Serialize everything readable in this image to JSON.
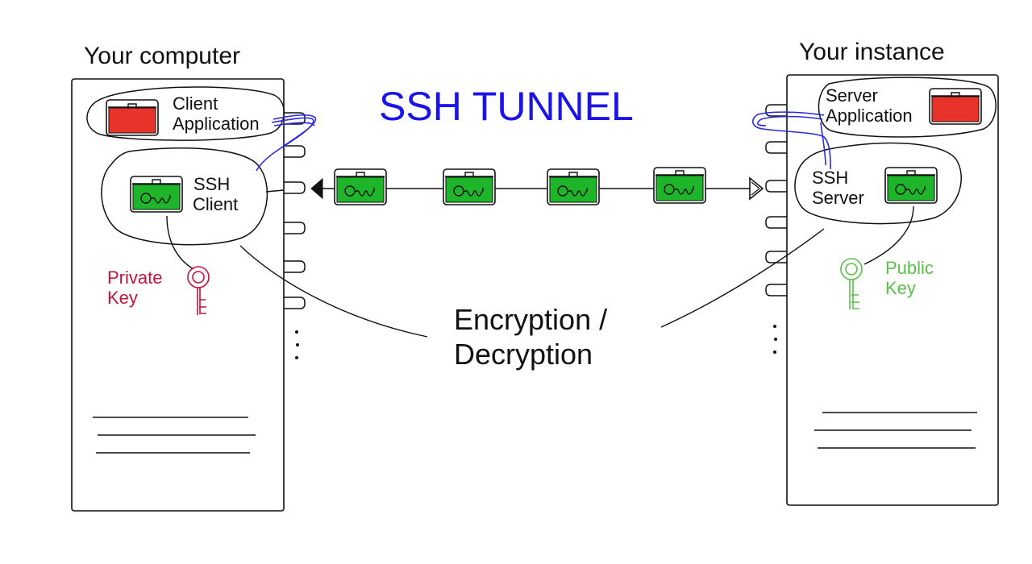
{
  "title": "SSH TUNNEL",
  "left_machine": {
    "heading": "Your computer",
    "app_label_line1": "Client",
    "app_label_line2": "Application",
    "ssh_label_line1": "SSH",
    "ssh_label_line2": "Client",
    "key_label_line1": "Private",
    "key_label_line2": "Key"
  },
  "right_machine": {
    "heading": "Your instance",
    "app_label_line1": "Server",
    "app_label_line2": "Application",
    "ssh_label_line1": "SSH",
    "ssh_label_line2": "Server",
    "key_label_line1": "Public",
    "key_label_line2": "Key"
  },
  "center_label_line1": "Encryption /",
  "center_label_line2": "Decryption",
  "colors": {
    "title": "#1a14e8",
    "tunnel_pipe": "#2a2ae0",
    "red_box": "#e8332a",
    "green_box": "#1fb52b",
    "private_key": "#c0143c",
    "public_key": "#5cbf4a",
    "ink": "#111111"
  },
  "icons": {
    "app_box": "red-briefcase-icon",
    "ssh_box": "green-locked-briefcase-icon",
    "private_key": "key-icon",
    "public_key": "key-icon"
  }
}
